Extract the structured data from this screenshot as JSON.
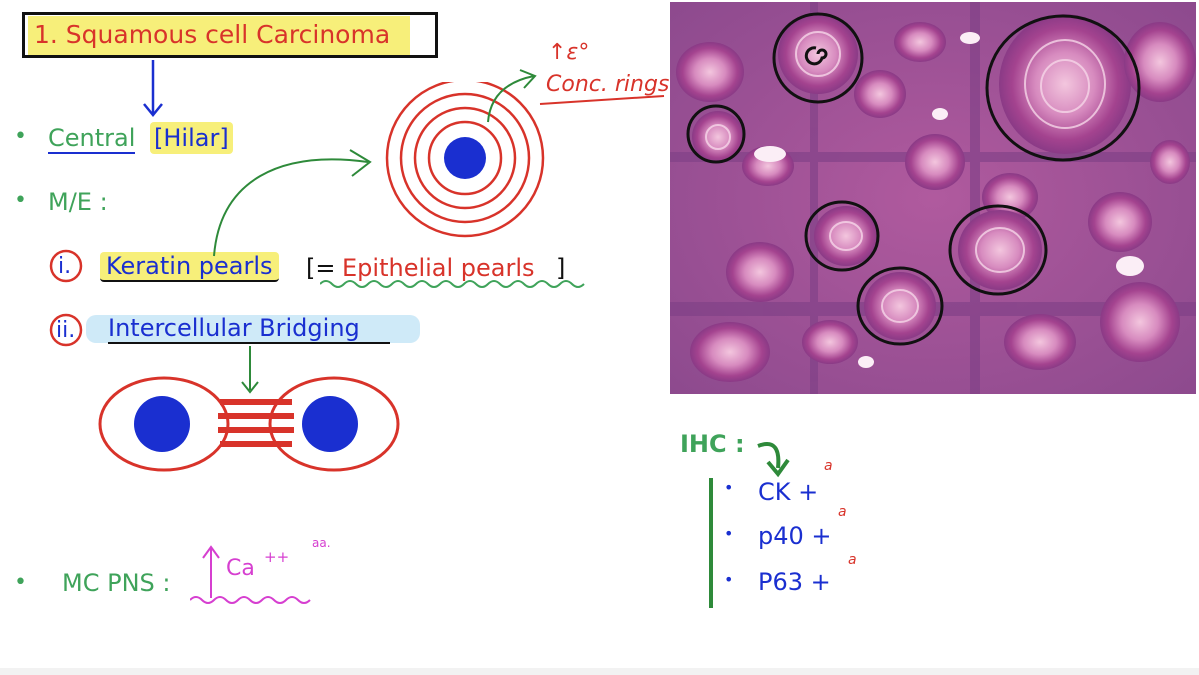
{
  "title": "1. Squamous cell Carcinoma",
  "central": {
    "label": "Central",
    "hilar": "[Hilar]"
  },
  "me_label": "M/E :",
  "features": [
    {
      "numeral": "i.",
      "name": "Keratin pearls",
      "open": "[=",
      "alt": "Epithelial pearls",
      "close": "]"
    },
    {
      "numeral": "ii.",
      "name": "Intercellular Bridging"
    }
  ],
  "annotation": {
    "line1": "↑ε°",
    "line2": "Conc. rings"
  },
  "mc_pns": {
    "label": "MC PNS :",
    "value": "Ca",
    "superscript": "++",
    "note": "aa."
  },
  "ihc": {
    "label": "IHC :",
    "markers": [
      "CK +",
      "p40 +",
      "P63 +"
    ],
    "marker_note": "a"
  },
  "bullets": "•",
  "colors": {
    "red": "#d8332a",
    "green": "#3fa35a",
    "blue": "#1a2fd0",
    "yellow": "#f7ef7a",
    "magenta": "#d63fd0"
  }
}
